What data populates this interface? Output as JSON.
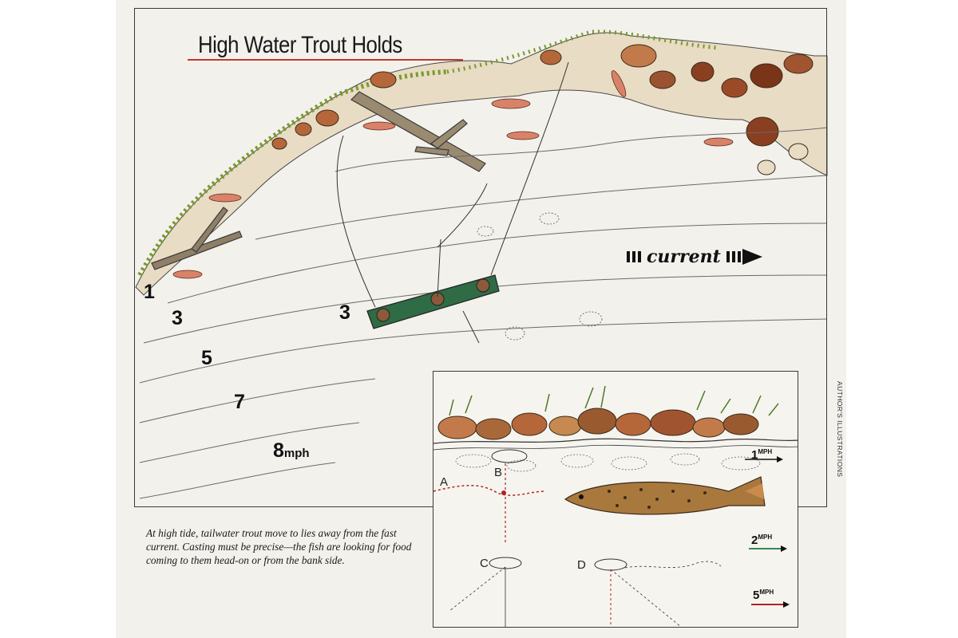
{
  "figure": {
    "title": "High Water Trout Holds",
    "current_label": "current",
    "speed_labels": [
      {
        "text": "1",
        "unit": ""
      },
      {
        "text": "3",
        "unit": ""
      },
      {
        "text": "3",
        "unit": ""
      },
      {
        "text": "5",
        "unit": ""
      },
      {
        "text": "7",
        "unit": ""
      },
      {
        "text": "8",
        "unit": "mph"
      }
    ],
    "caption": "At high tide, tailwater trout move to lies away from the fast current. Casting must be precise—the fish are looking for food coming to them head-on or from the bank side.",
    "credit": "AUTHOR'S ILLUSTRATIONS"
  },
  "inset": {
    "letters": [
      "A",
      "B",
      "C",
      "D"
    ],
    "speeds": [
      {
        "value": "1",
        "unit": "MPH"
      },
      {
        "value": "2",
        "unit": "MPH"
      },
      {
        "value": "5",
        "unit": "MPH"
      }
    ]
  },
  "colors": {
    "bank_green": "#7a9a2e",
    "bank_rock": "#b5673a",
    "boat_green": "#2f6b45",
    "trout_brown": "#a9783c",
    "title_rule": "#c0392b",
    "speed_arrow_green": "#2e8b57",
    "speed_arrow_red": "#b22222"
  }
}
